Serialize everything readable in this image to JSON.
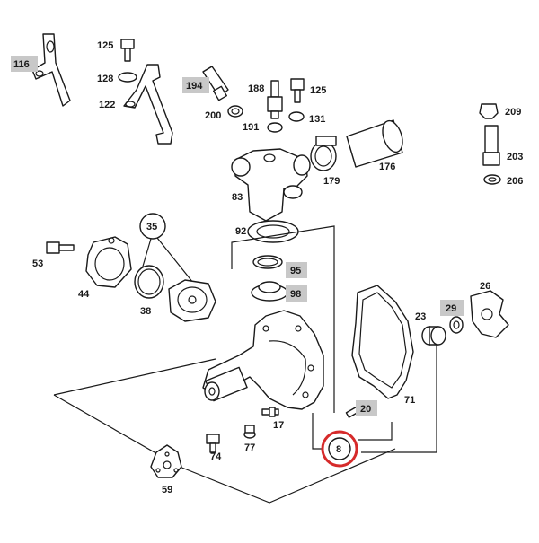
{
  "highlight_color": "#d62a2a",
  "label_bg_color": "#c8c8c8",
  "parts": {
    "p116": "116",
    "p125a": "125",
    "p128": "128",
    "p122": "122",
    "p194": "194",
    "p200": "200",
    "p188": "188",
    "p125b": "125",
    "p191": "191",
    "p131": "131",
    "p209": "209",
    "p203": "203",
    "p206": "206",
    "p176": "176",
    "p179": "179",
    "p83": "83",
    "p35": "35",
    "p53": "53",
    "p44": "44",
    "p38": "38",
    "p92": "92",
    "p95": "95",
    "p98": "98",
    "p26": "26",
    "p29": "29",
    "p23": "23",
    "p71": "71",
    "p20": "20",
    "p17": "17",
    "p74": "74",
    "p77": "77",
    "p8": "8",
    "p59": "59"
  }
}
